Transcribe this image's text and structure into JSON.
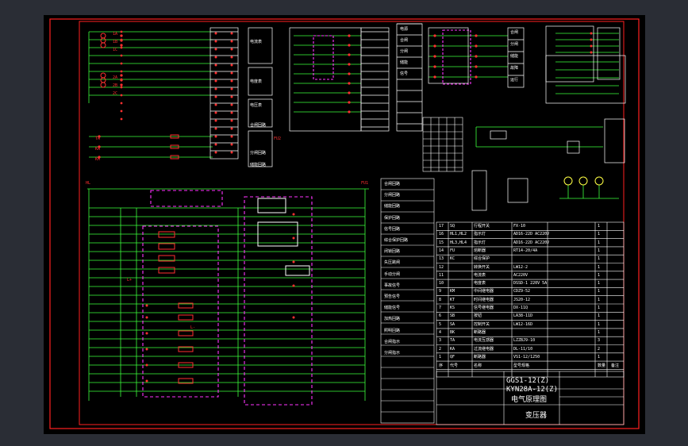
{
  "title_block": {
    "model_line1": "GGS1-12(Z)",
    "model_line2": "KYN28A-12(Z)",
    "drawing_title": "电气原理图",
    "subject": "变压器"
  },
  "bom_header": [
    "序",
    "代号",
    "名称",
    "型号规格",
    "数量",
    "备注"
  ],
  "bom_rows": [
    {
      "no": "17",
      "code": "SQ",
      "name": "行程开关",
      "spec": "FX-10",
      "qty": "1"
    },
    {
      "no": "16",
      "code": "HL1,HL2",
      "name": "指示灯",
      "spec": "AD16-22D AC220V",
      "qty": "1"
    },
    {
      "no": "15",
      "code": "HL3,HL4",
      "name": "指示灯",
      "spec": "AD16-22D AC220V",
      "qty": "1"
    },
    {
      "no": "14",
      "code": "FU",
      "name": "熔断器",
      "spec": "RT14-20/4A",
      "qty": "1"
    },
    {
      "no": "13",
      "code": "KC",
      "name": "综合保护",
      "spec": "",
      "qty": "1"
    },
    {
      "no": "12",
      "code": "",
      "name": "转换开关",
      "spec": "LW12-2",
      "qty": "1"
    },
    {
      "no": "11",
      "code": "",
      "name": "电流表",
      "spec": "AC220V",
      "qty": "1"
    },
    {
      "no": "10",
      "code": "",
      "name": "电度表",
      "spec": "DSSD-1 220V 5A",
      "qty": "1"
    },
    {
      "no": "9",
      "code": "KM",
      "name": "中间继电器",
      "spec": "CDZ9-52",
      "qty": "1"
    },
    {
      "no": "8",
      "code": "KT",
      "name": "时间继电器",
      "spec": "JS20-12",
      "qty": "1"
    },
    {
      "no": "7",
      "code": "KS",
      "name": "信号继电器",
      "spec": "DX-11Q",
      "qty": "1"
    },
    {
      "no": "6",
      "code": "SB",
      "name": "按钮",
      "spec": "LA38-11D",
      "qty": "1"
    },
    {
      "no": "5",
      "code": "SA",
      "name": "控制开关",
      "spec": "LW12-16D",
      "qty": "1"
    },
    {
      "no": "4",
      "code": "BK",
      "name": "断路器",
      "spec": "",
      "qty": "1"
    },
    {
      "no": "3",
      "code": "TA",
      "name": "电流互感器",
      "spec": "LZZBJ9-10",
      "qty": "3"
    },
    {
      "no": "2",
      "code": "KA",
      "name": "过流继电器",
      "spec": "DL-11/10",
      "qty": "2"
    },
    {
      "no": "1",
      "code": "QF",
      "name": "断路器",
      "spec": "VS1-12/1250",
      "qty": "1"
    }
  ],
  "left_function_labels": [
    "电流表",
    "电度表",
    "电压表",
    "合闸回路",
    "分闸回路",
    "储能回路"
  ],
  "mid_function_labels": [
    "合闸回路",
    "分闸回路",
    "储能回路",
    "保护回路",
    "信号回路",
    "综合保护回路",
    "闭锁回路",
    "失压跳闸",
    "手动分闸",
    "事故信号",
    "预告信号",
    "储能信号",
    "加热回路",
    "照明回路",
    "合闸指示",
    "分闸指示"
  ],
  "top_right_labels": [
    "合闸",
    "分闸",
    "储能",
    "故障",
    "运行"
  ],
  "small_table_labels": [
    "电源",
    "合闸",
    "分闸",
    "储能",
    "信号"
  ],
  "wire_labels": [
    "1A",
    "1B",
    "1C",
    "2A",
    "2B",
    "2C",
    "TA",
    "KA",
    "KM",
    "HL",
    "FU1",
    "FU2",
    "L+",
    "L-"
  ],
  "colors": {
    "background_outer": "#2a2d35",
    "sheet": "#000000",
    "border_red": "#ff2020",
    "wire_green": "#3cff3c",
    "dashed_magenta": "#ff33ff",
    "component_red": "#ff3030",
    "text_white": "#ffffff",
    "yellow": "#ffff44"
  }
}
